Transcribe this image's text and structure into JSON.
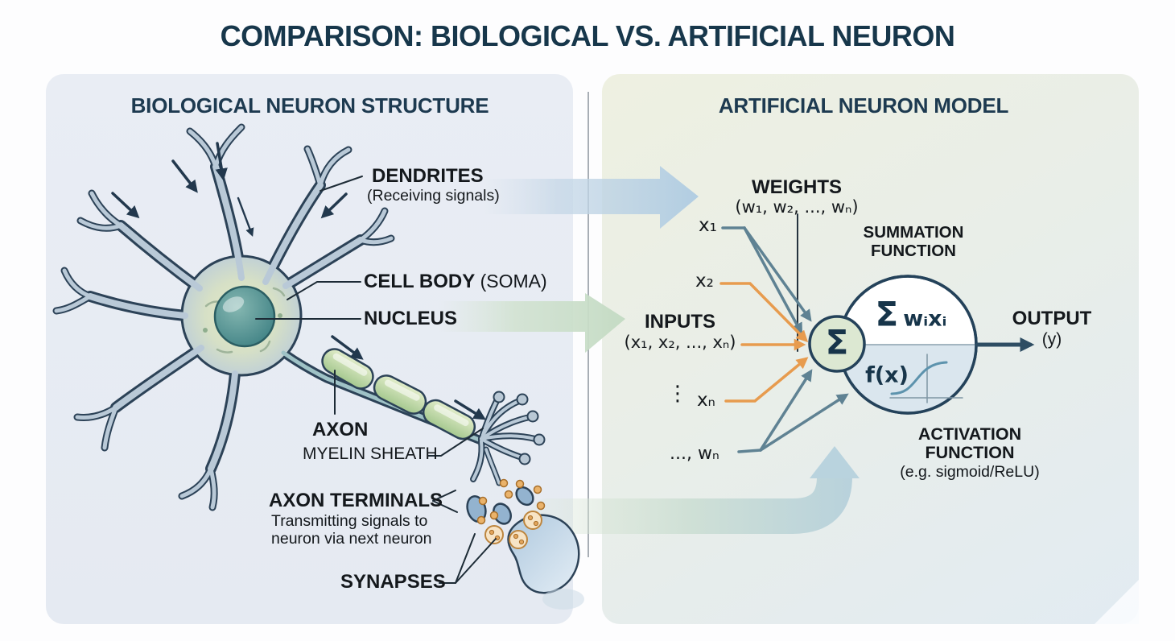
{
  "title": "COMPARISON: BIOLOGICAL VS. ARTIFICIAL NEURON",
  "left": {
    "header": "BIOLOGICAL NEURON STRUCTURE",
    "labels": {
      "dendrites": "DENDRITES",
      "dendrites_sub": "(Receiving signals)",
      "cell_body": "CELL BODY",
      "cell_body_sub": " (SOMA)",
      "nucleus": "NUCLEUS",
      "axon": "AXON",
      "myelin": "MYELIN SHEATH",
      "axon_terminals": "AXON TERMINALS",
      "axon_terminals_sub1": "Transmitting signals to",
      "axon_terminals_sub2": "neuron via next neuron",
      "synapses": "SYNAPSES"
    }
  },
  "right": {
    "header": "ARTIFICIAL NEURON MODEL",
    "weights": "WEIGHTS",
    "weights_sub": "(w₁, w₂, ..., wₙ)",
    "summation1": "SUMMATION",
    "summation2": "FUNCTION",
    "inputs": "INPUTS",
    "inputs_sub": "(x₁, x₂, ..., xₙ)",
    "x1": "x₁",
    "x2": "x₂",
    "xn": "xₙ",
    "dots": "⋮",
    "wn": "..., wₙ",
    "sigma": "Σ",
    "sum_sigma": "Σ",
    "sum_terms": "wᵢxᵢ",
    "fx": "f(x)",
    "output": "OUTPUT",
    "output_sub": "(y)",
    "activation1": "ACTIVATION",
    "activation2": "FUNCTION",
    "activation_sub": "(e.g. sigmoid/ReLU)"
  },
  "colors": {
    "title_text": "#17374b",
    "accent_orange": "#e79b4e",
    "accent_slate": "#5f8293",
    "node_green_fill": "#dce8d2",
    "circle_outline": "#24425a",
    "left_panel_bg": "#e8ecf3",
    "right_panel_bg_top": "#eef0e1",
    "right_panel_bg_bottom": "#e2ebf2",
    "myelin_green": "#aecf97",
    "nucleus_teal": "#3f8184",
    "vesicle_orange": "#eab36b"
  }
}
